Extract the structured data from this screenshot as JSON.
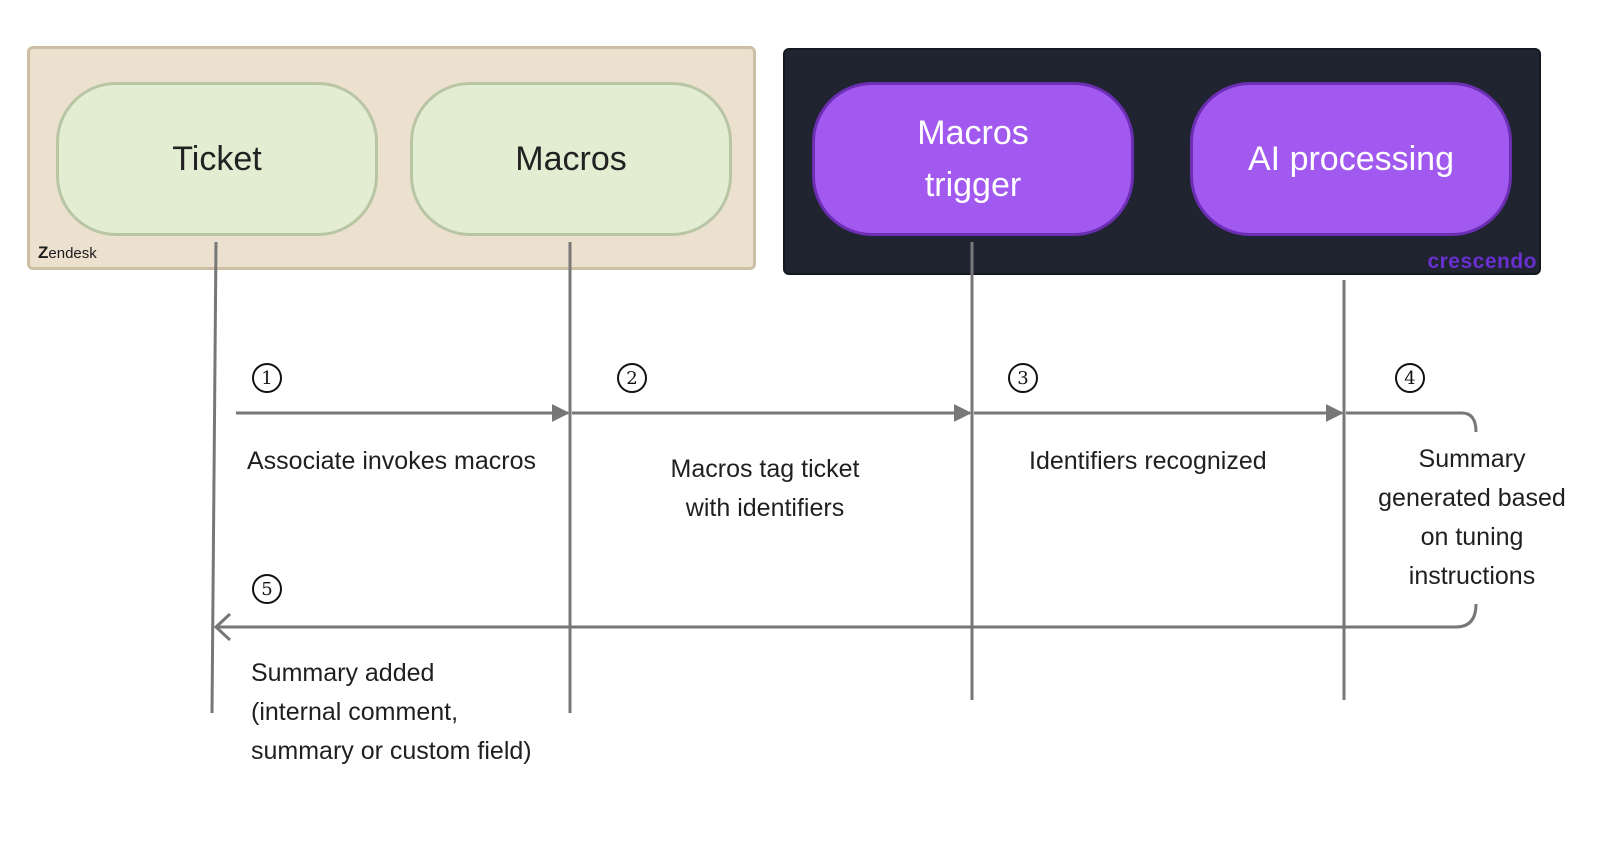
{
  "groups": {
    "zendesk": {
      "logo_text": "endesk",
      "logo_mark": "Z",
      "nodes": [
        {
          "label": "Ticket"
        },
        {
          "label": "Macros"
        }
      ]
    },
    "crescendo": {
      "logo_text": "crescendo",
      "nodes": [
        {
          "label": "Macros\ntrigger"
        },
        {
          "label": "AI processing"
        }
      ]
    }
  },
  "steps": [
    {
      "number": "1",
      "label": "Associate invokes macros"
    },
    {
      "number": "2",
      "label": "Macros tag ticket\nwith identifiers"
    },
    {
      "number": "3",
      "label": "Identifiers recognized"
    },
    {
      "number": "4",
      "label": "Summary\ngenerated based\non tuning\ninstructions"
    },
    {
      "number": "5",
      "label": "Summary added\n(internal comment,\nsummary or custom field)"
    }
  ],
  "colors": {
    "zendesk_bg": "#ece0cf",
    "node_light": "#e2edd2",
    "crescendo_bg": "#1f2430",
    "node_purple": "#a259f0",
    "line": "#777777"
  }
}
